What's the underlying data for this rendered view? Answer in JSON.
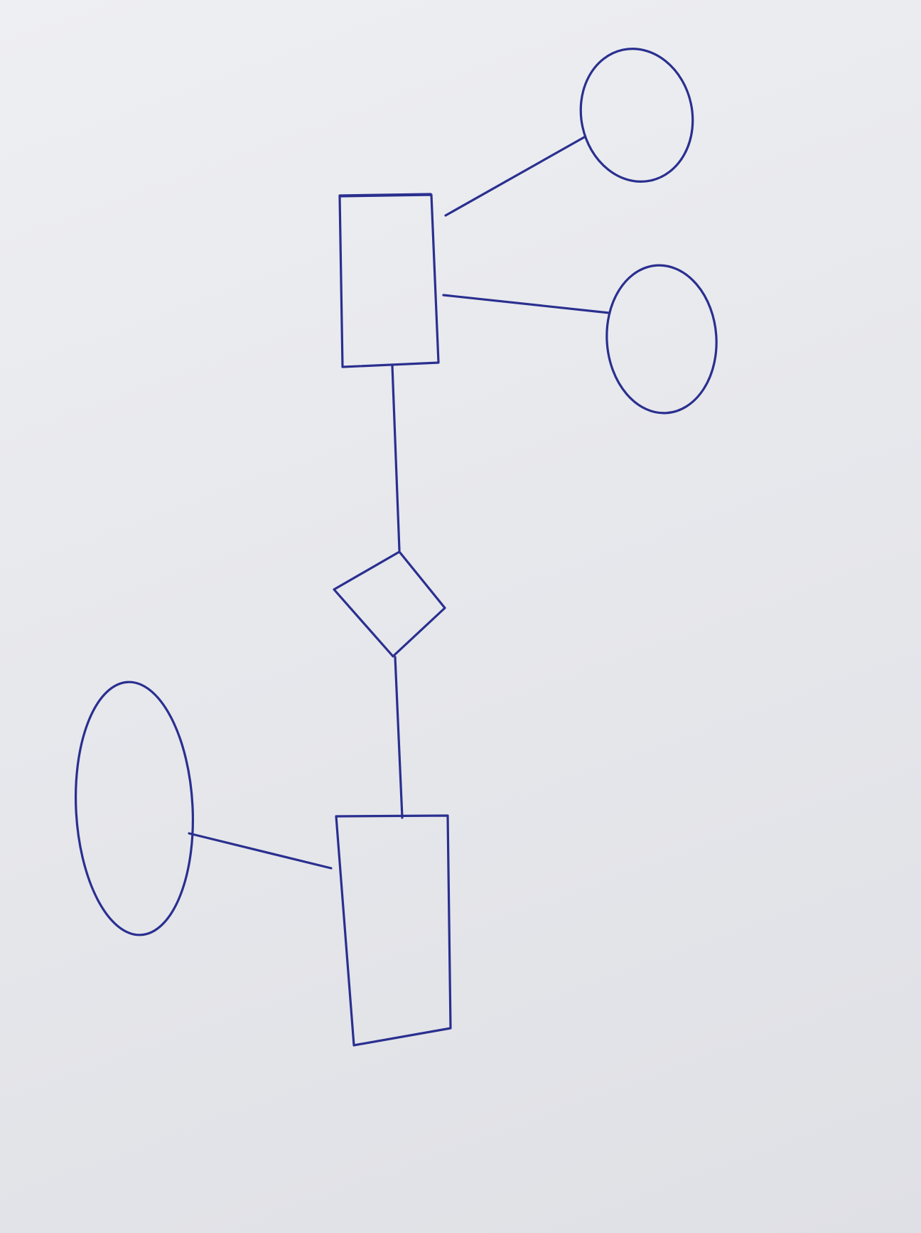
{
  "diagram": {
    "kind": "hand-drawn entity-relationship sketch",
    "ink_color": "#2a2f8f",
    "paper_color": "#eceef1",
    "shapes": [
      {
        "id": "entity-top",
        "shape": "rectangle",
        "label": ""
      },
      {
        "id": "attribute-top-1",
        "shape": "ellipse",
        "label": ""
      },
      {
        "id": "attribute-top-2",
        "shape": "ellipse",
        "label": ""
      },
      {
        "id": "relationship",
        "shape": "diamond",
        "label": ""
      },
      {
        "id": "entity-bottom",
        "shape": "rectangle",
        "label": ""
      },
      {
        "id": "attribute-bottom",
        "shape": "ellipse",
        "label": ""
      }
    ],
    "connections": [
      {
        "from": "entity-top",
        "to": "attribute-top-1"
      },
      {
        "from": "entity-top",
        "to": "attribute-top-2"
      },
      {
        "from": "entity-top",
        "to": "relationship"
      },
      {
        "from": "relationship",
        "to": "entity-bottom"
      },
      {
        "from": "entity-bottom",
        "to": "attribute-bottom"
      }
    ]
  }
}
